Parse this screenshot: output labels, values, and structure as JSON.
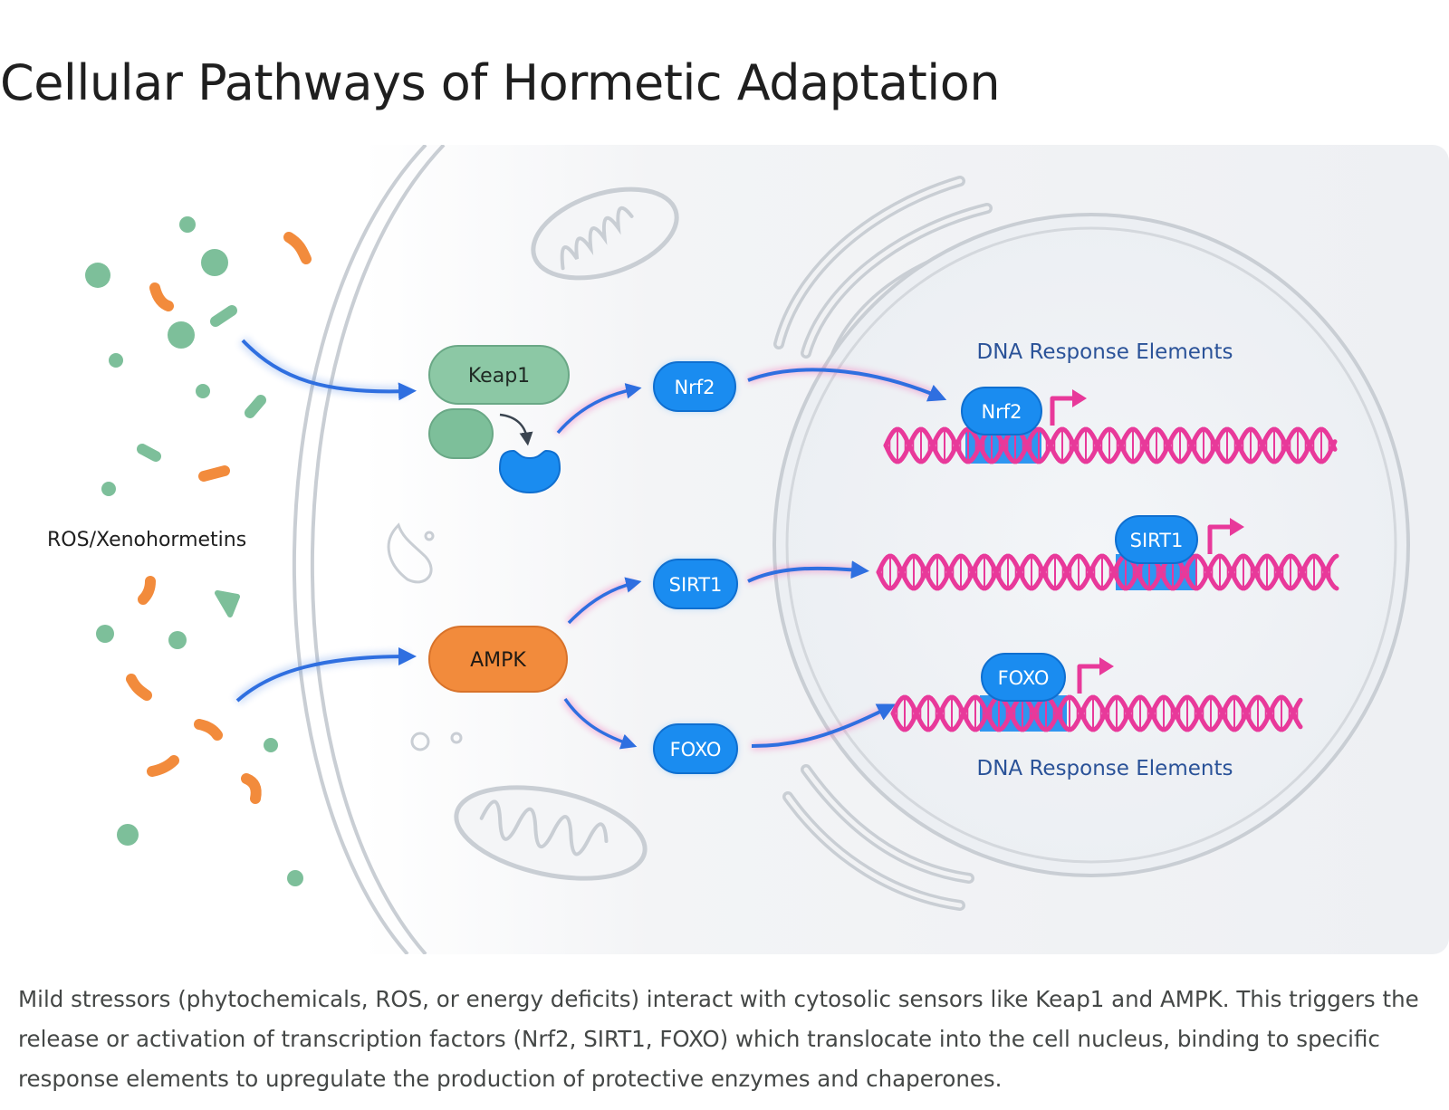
{
  "page": {
    "title": "Cellular Pathways of Hormetic Adaptation",
    "caption": "Mild stressors (phytochemicals, ROS, or energy deficits) interact with cytosolic sensors like Keap1 and AMPK. This triggers the release or activation of transcription factors (Nrf2, SIRT1, FOXO) which translocate into the cell nucleus, binding to specific response elements to upregulate the production of protective enzymes and chaperones."
  },
  "diagram": {
    "stressor_label": "ROS/Xenohormetins",
    "sensors": {
      "keap1": "Keap1",
      "ampk": "AMPK"
    },
    "factors": {
      "nrf2": "Nrf2",
      "sirt1": "SIRT1",
      "foxo": "FOXO"
    },
    "dna_label_top": "DNA Response Elements",
    "dna_label_bottom": "DNA Response Elements",
    "icons": [
      "mitochondrion-icon",
      "endoplasmic-reticulum-icon",
      "dna-helix-icon",
      "transcription-start-arrow-icon",
      "stressor-molecule-icon"
    ],
    "colors": {
      "green": "#7dbf9a",
      "orange": "#f28b3c",
      "blue": "#1a8cf0",
      "dna": "#e8399a",
      "arrow": "#2f6fe0",
      "label": "#2a5298",
      "membrane": "#c9ced4"
    }
  }
}
